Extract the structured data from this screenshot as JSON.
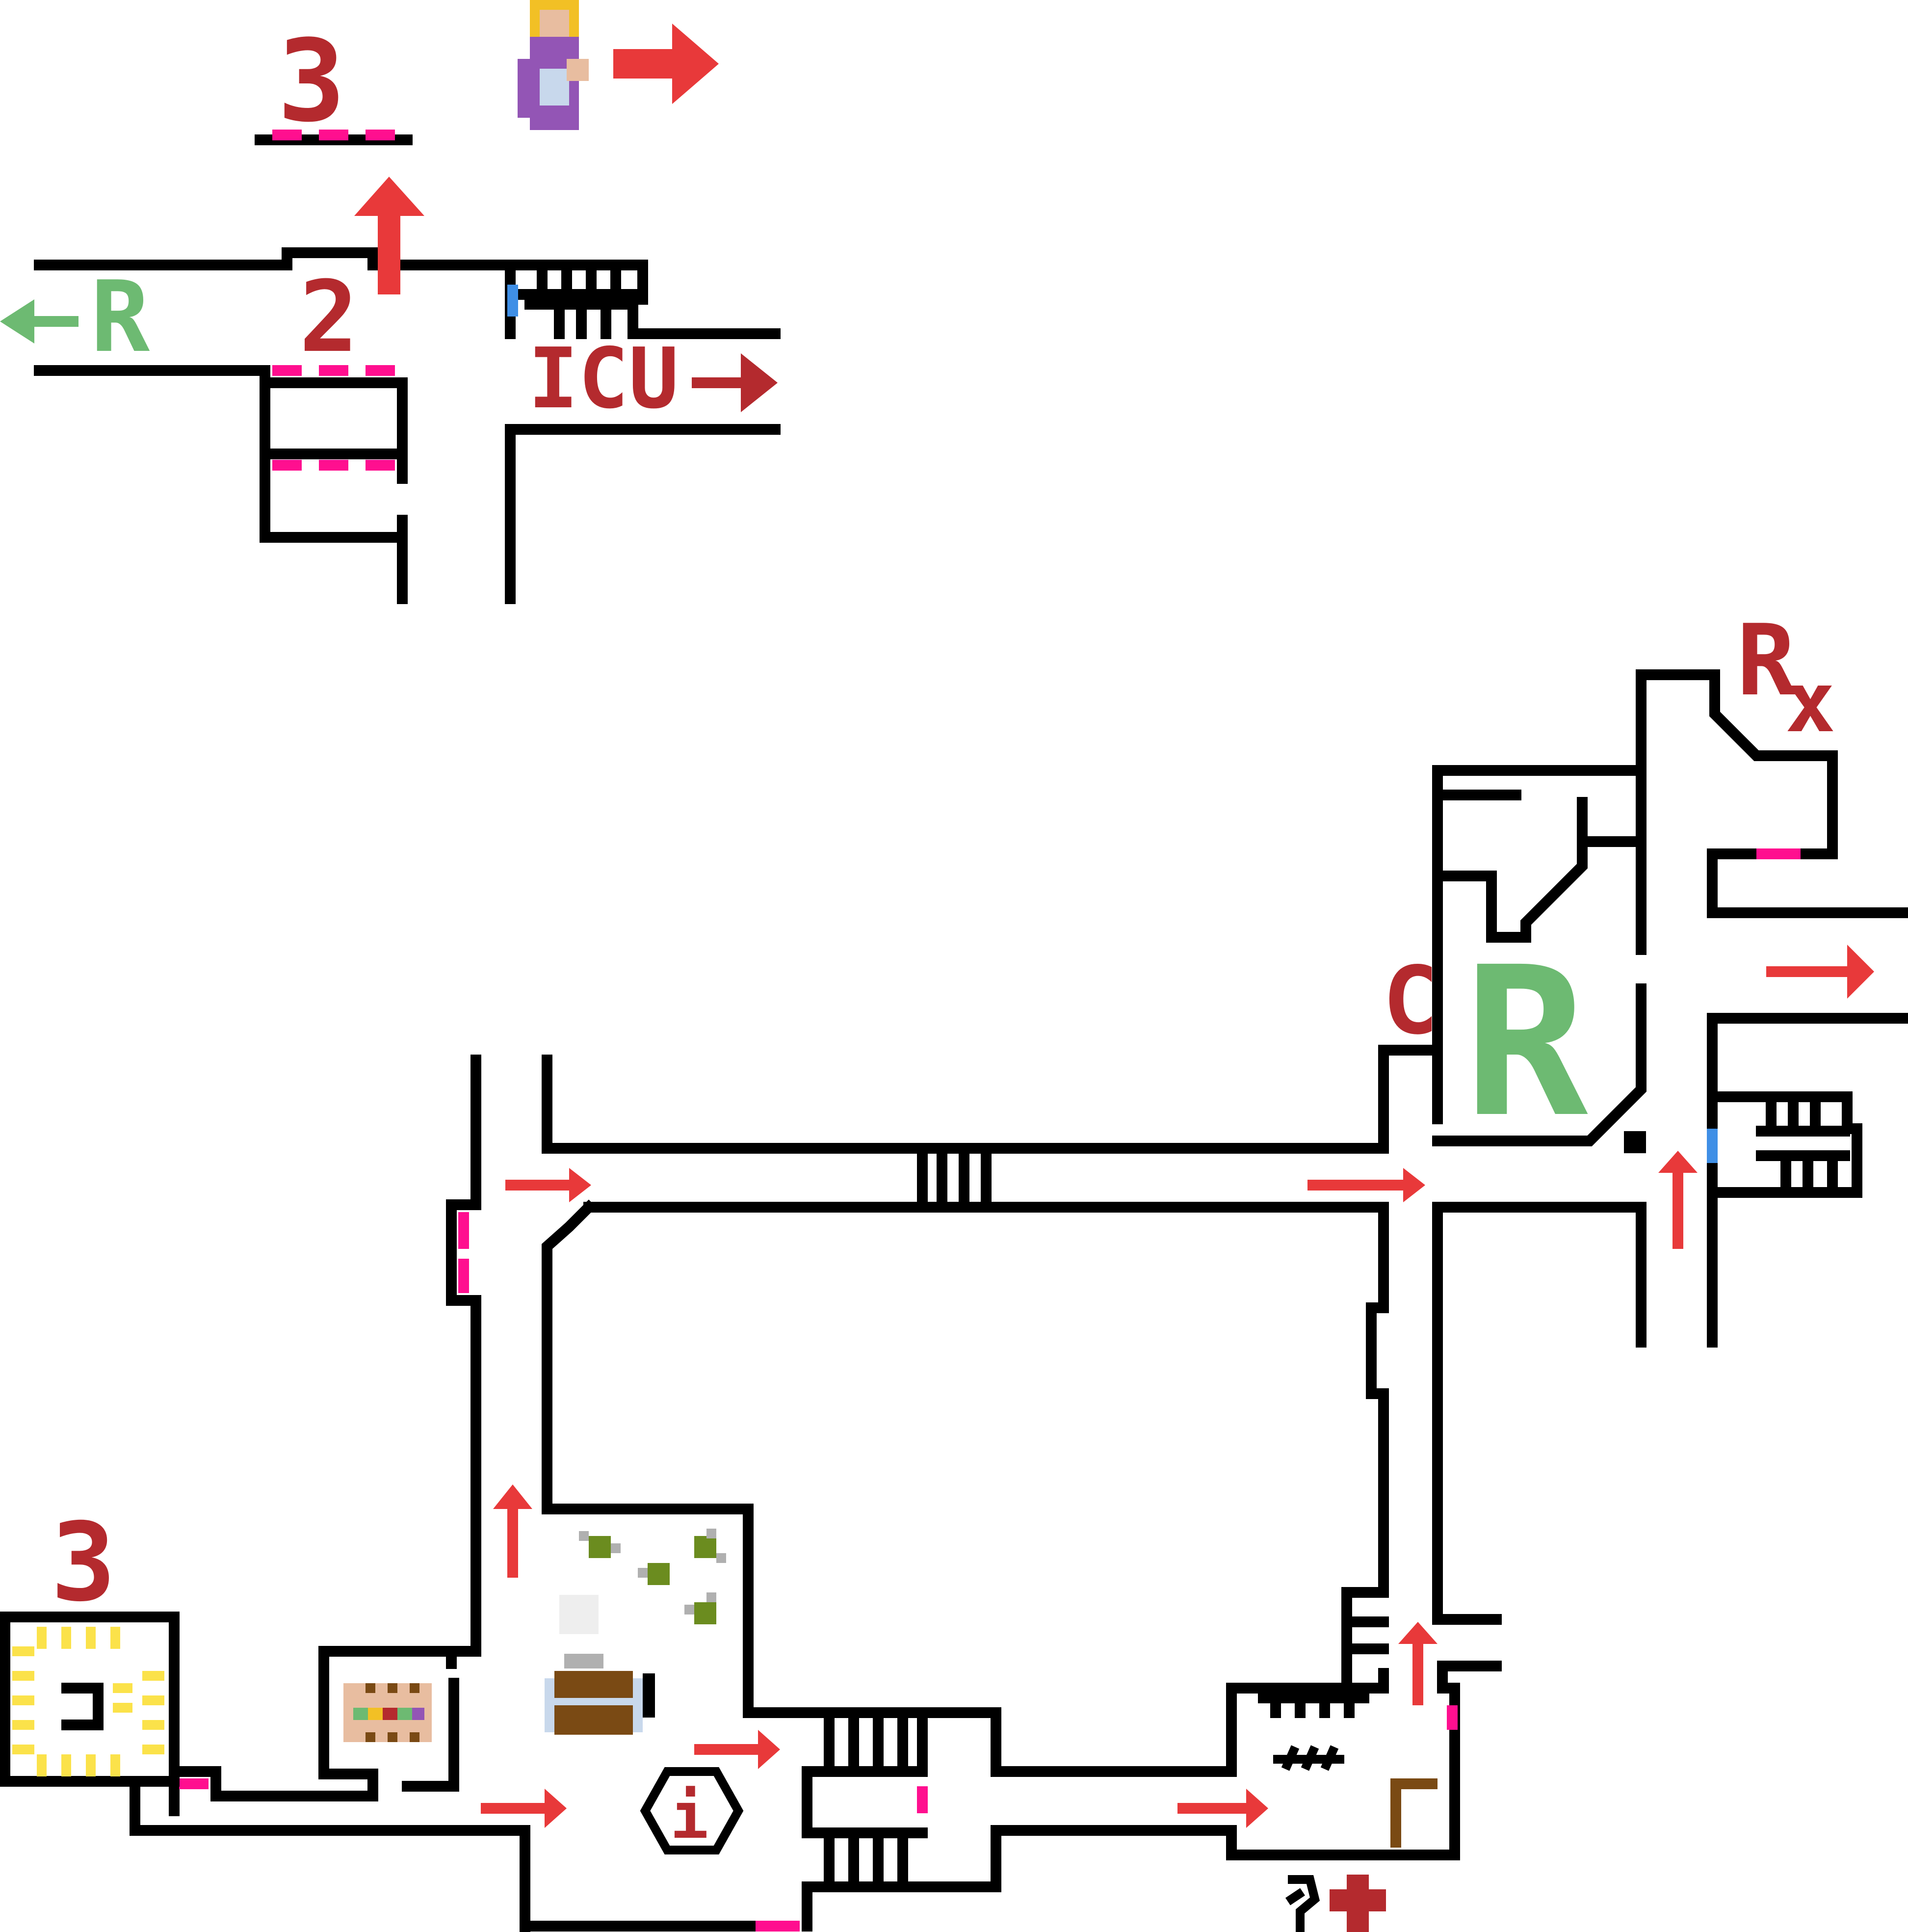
{
  "map": {
    "background": "#ffffff",
    "colors": {
      "wall": "#000000",
      "door": "#ff0f8f",
      "stair_door": "#3f8fe6",
      "arrow": "#e8393a",
      "label_red": "#b42a2e",
      "label_green": "#6dba72"
    },
    "labels": {
      "floor_3_top": "3",
      "floor_2": "2",
      "restroom_west": "R",
      "icu": "ICU",
      "pharmacy_r": "R",
      "pharmacy_x": "x",
      "chapel": "C",
      "restroom_east": "R",
      "floor_3_bottom": "3",
      "info": "i"
    },
    "icons": [
      "nursery-mother-baby-icon",
      "plants-icon",
      "coffee-icon",
      "sandwich-icon",
      "elevator-icon",
      "information-icon",
      "gift-shop-icon",
      "emergency-cross-icon",
      "stairs-icon"
    ]
  }
}
